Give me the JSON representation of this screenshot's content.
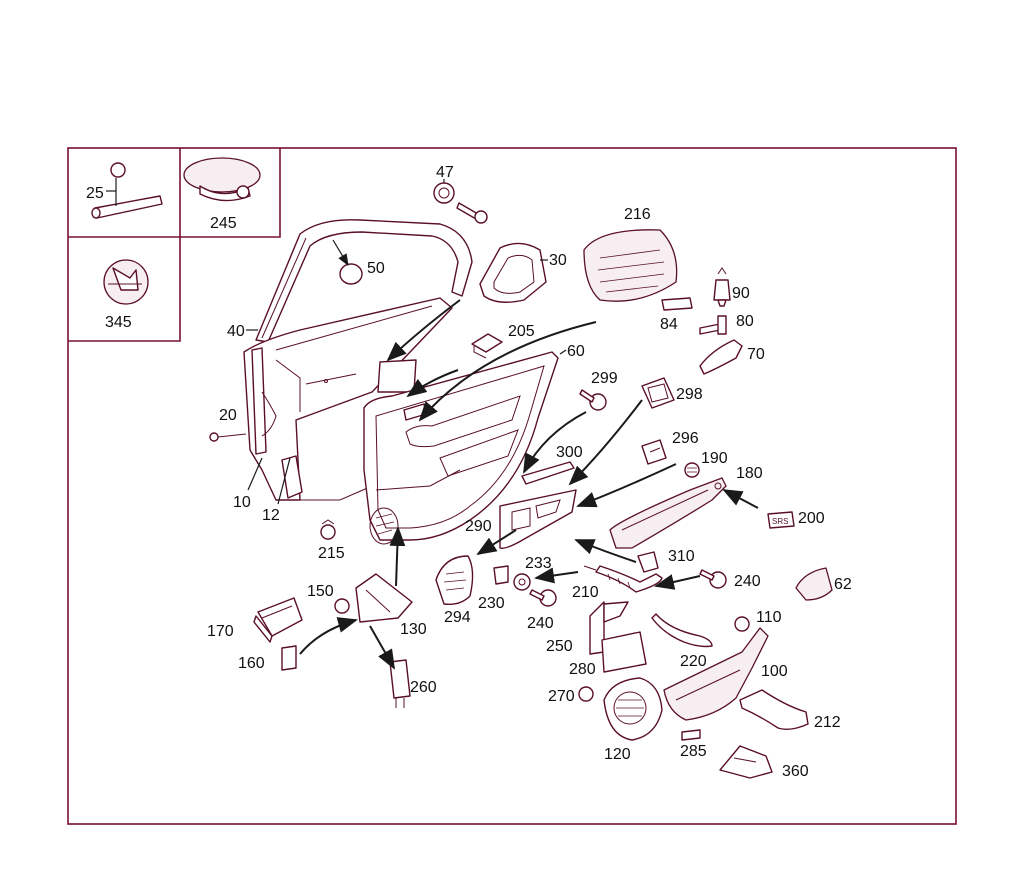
{
  "labels": {
    "p25": "25",
    "p245": "245",
    "p345": "345",
    "p47": "47",
    "p50": "50",
    "p30": "30",
    "p216": "216",
    "p90": "90",
    "p84": "84",
    "p80": "80",
    "p70": "70",
    "p40": "40",
    "p205": "205",
    "p60": "60",
    "p299": "299",
    "p298": "298",
    "p20": "20",
    "p10": "10",
    "p12": "12",
    "p300": "300",
    "p296": "296",
    "p190": "190",
    "p180": "180",
    "p200": "200",
    "p215": "215",
    "p290": "290",
    "p233": "233",
    "p310": "310",
    "p150": "150",
    "p210": "210",
    "p240a": "240",
    "p62": "62",
    "p170": "170",
    "p130": "130",
    "p294": "294",
    "p230": "230",
    "p240b": "240",
    "p110": "110",
    "p250": "250",
    "p160": "160",
    "p220": "220",
    "p280": "280",
    "p100": "100",
    "p270": "270",
    "p260": "260",
    "p212": "212",
    "p120": "120",
    "p285": "285",
    "p360": "360"
  },
  "badge_text": "SRS",
  "colors": {
    "frame": "#7a1030",
    "part_line": "#5a0f28",
    "text": "#111111",
    "arrow": "#1a1a1a"
  }
}
